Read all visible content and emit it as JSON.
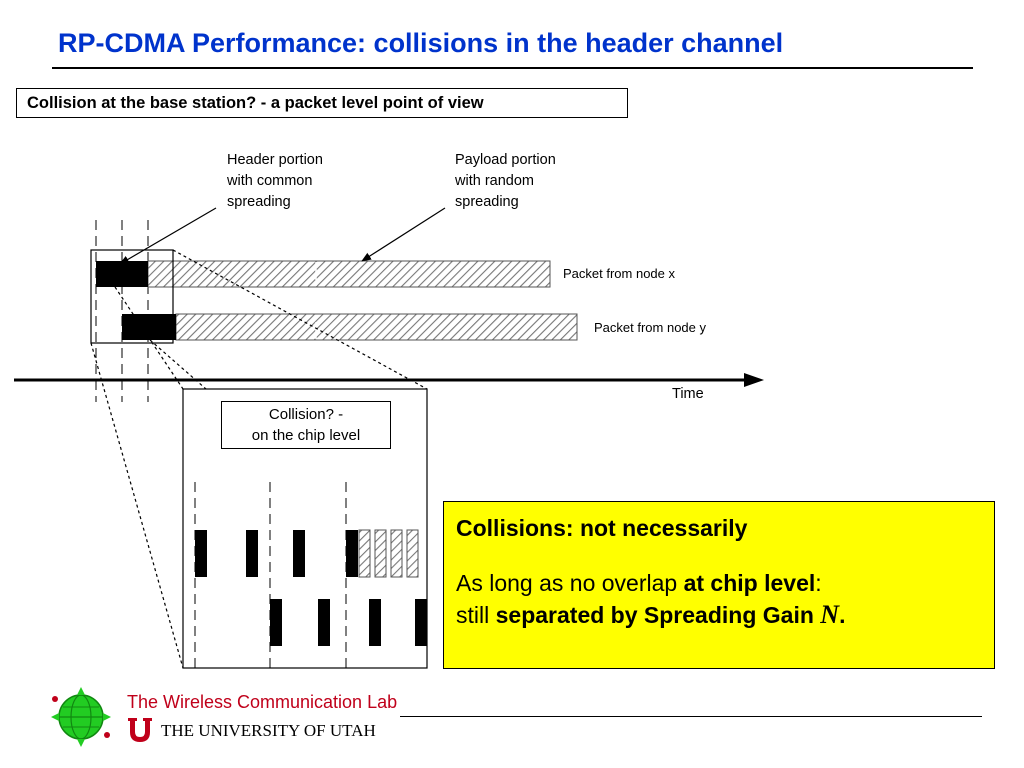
{
  "slide": {
    "title": "RP-CDMA Performance: collisions in the header channel",
    "subtitle": "Collision at the base station? - a packet level point of view"
  },
  "diagram": {
    "header_label": [
      "Header portion",
      "with common",
      "spreading"
    ],
    "payload_label": [
      "Payload portion",
      "with random",
      "spreading"
    ],
    "packet_x_label": "Packet from node x",
    "packet_y_label": "Packet from node y",
    "time_label": "Time",
    "zoom_box_label": [
      "Collision? -",
      "on the chip level"
    ]
  },
  "callout": {
    "heading": "Collisions: not necessarily",
    "line1_plain": "As long as no overlap ",
    "line1_bold": "at chip level",
    "line1_end": ":",
    "line2_plain": "still ",
    "line2_bold": "separated by Spreading Gain ",
    "line2_italic": "N",
    "line2_end": "."
  },
  "footer": {
    "lab_name": "The Wireless Communication Lab",
    "university": "THE UNIVERSITY OF UTAH",
    "logo_icon": "wireless-lab-globe-icon",
    "u_logo_icon": "utah-u-icon"
  },
  "colors": {
    "title": "#0033cc",
    "callout_bg": "#ffff00",
    "lab_red": "#c0001a",
    "logo_green": "#22cc22"
  }
}
